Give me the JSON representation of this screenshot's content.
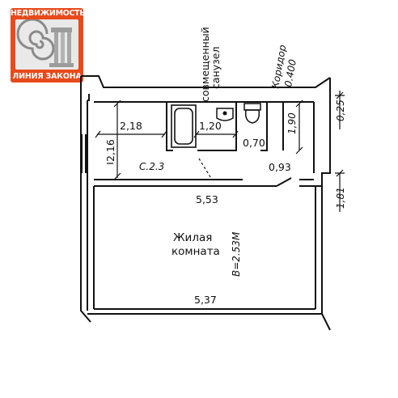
{
  "logo": {
    "top_text": "НЕДВИЖИМОСТЬ",
    "bottom_text": "ЛИНИЯ ЗАКОНА",
    "emblem": "ionic-column-spiral-icon",
    "colors": {
      "background": "#e84a1c",
      "panel": "#e9e9e9",
      "text": "#ffffff"
    }
  },
  "plan": {
    "labels": {
      "bathroom": [
        "совмещенный",
        "санузел"
      ],
      "corridor": [
        "Коридор",
        "0.400"
      ],
      "living_room": [
        "Жилая",
        "комната"
      ],
      "ceiling_height": "B=2.53M"
    },
    "dimensions": {
      "top_left_width": "2,18",
      "bath_width": "1,20",
      "toilet_width": "0,70",
      "top_right_height": "1,90",
      "right_wall_025": "0,25",
      "left_height": "2,16",
      "c23": "C.2.3",
      "bottom_093": "0,93",
      "right_181": "1,81",
      "living_top": "5,53",
      "living_bottom": "5,37"
    },
    "colors": {
      "lines": "#111111",
      "background": "#ffffff"
    }
  }
}
